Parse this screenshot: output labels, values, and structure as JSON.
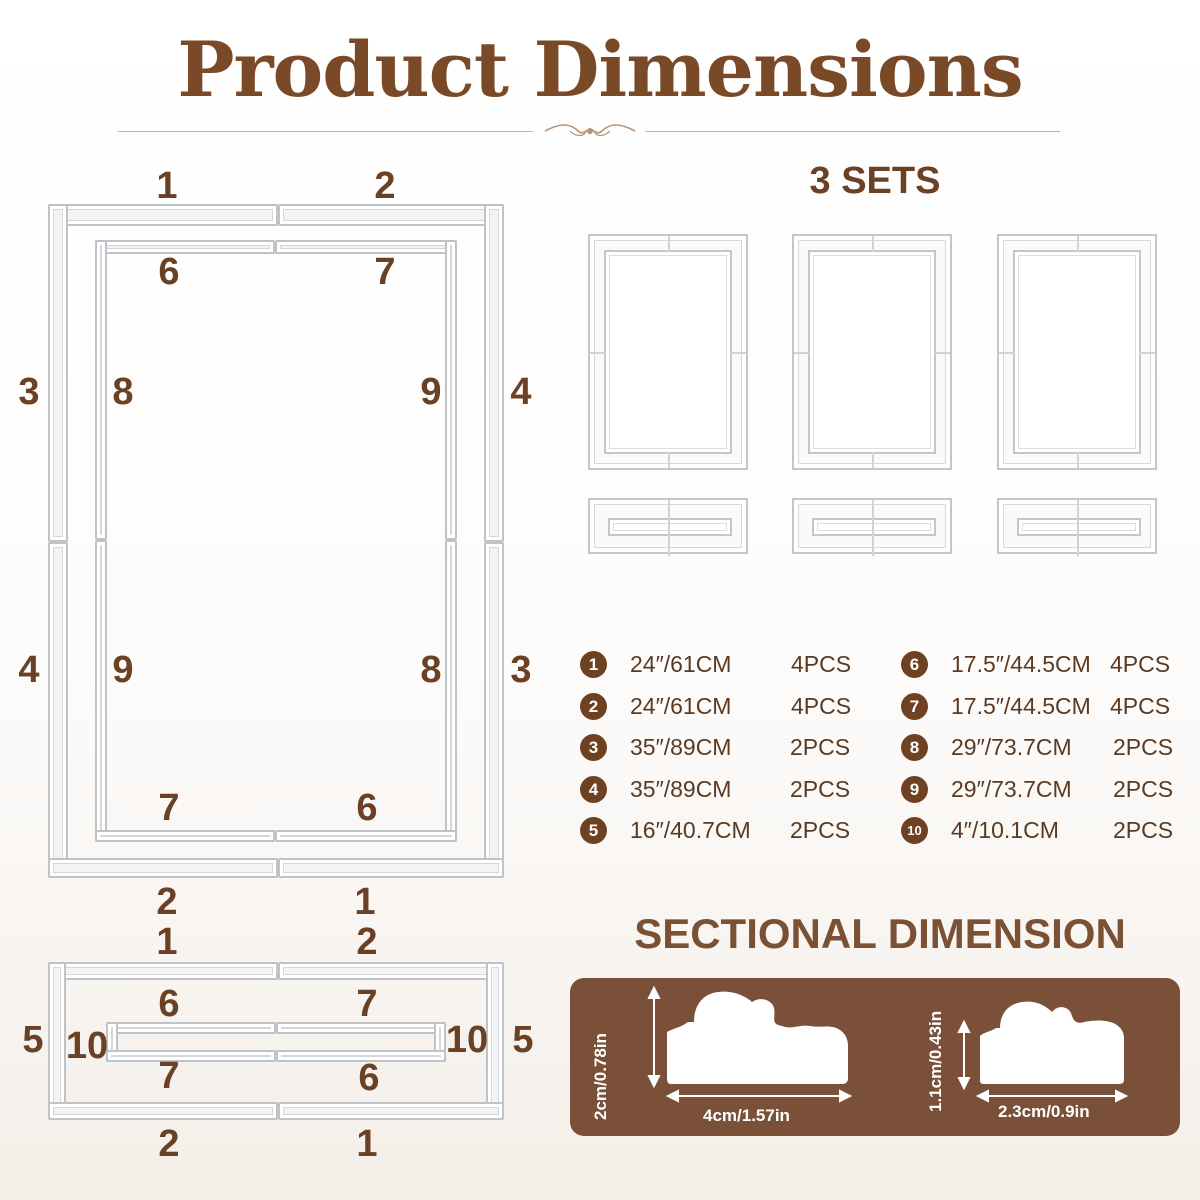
{
  "title": "Product Dimensions",
  "sets_title": "3 SETS",
  "sectional_title": "SECTIONAL DIMENSION",
  "frame_labels": {
    "top_left": "1",
    "top_right": "2",
    "inner_top_left": "6",
    "inner_top_right": "7",
    "left_upper": "3",
    "inner_left_upper": "8",
    "inner_right_upper": "9",
    "right_upper": "4",
    "left_lower": "4",
    "inner_left_lower": "9",
    "inner_right_lower": "8",
    "right_lower": "3",
    "inner_bottom_left": "7",
    "inner_bottom_right": "6",
    "bottom_left": "2",
    "bottom_right": "1"
  },
  "small_frame_labels": {
    "top_left": "1",
    "top_right": "2",
    "inner_top_left": "6",
    "inner_top_right": "7",
    "left": "5",
    "inner_left": "10",
    "inner_right": "10",
    "right": "5",
    "inner_bottom_left": "7",
    "inner_bottom_right": "6",
    "bottom_left": "2",
    "bottom_right": "1"
  },
  "parts": [
    {
      "num": "1",
      "size": "24″/61CM",
      "qty": "4PCS"
    },
    {
      "num": "2",
      "size": "24″/61CM",
      "qty": "4PCS"
    },
    {
      "num": "3",
      "size": "35″/89CM",
      "qty": "2PCS"
    },
    {
      "num": "4",
      "size": "35″/89CM",
      "qty": "2PCS"
    },
    {
      "num": "5",
      "size": "16″/40.7CM",
      "qty": "2PCS"
    },
    {
      "num": "6",
      "size": "17.5″/44.5CM",
      "qty": "4PCS"
    },
    {
      "num": "7",
      "size": "17.5″/44.5CM",
      "qty": "4PCS"
    },
    {
      "num": "8",
      "size": "29″/73.7CM",
      "qty": "2PCS"
    },
    {
      "num": "9",
      "size": "29″/73.7CM",
      "qty": "2PCS"
    },
    {
      "num": "10",
      "size": "4″/10.1CM",
      "qty": "2PCS"
    }
  ],
  "sections": {
    "large_height": "2cm/0.78in",
    "large_width": "4cm/1.57in",
    "small_height": "1.1cm/0.43in",
    "small_width": "2.3cm/0.9in"
  },
  "colors": {
    "brand_brown": "#7a4a28",
    "panel_brown": "#7a5138"
  }
}
